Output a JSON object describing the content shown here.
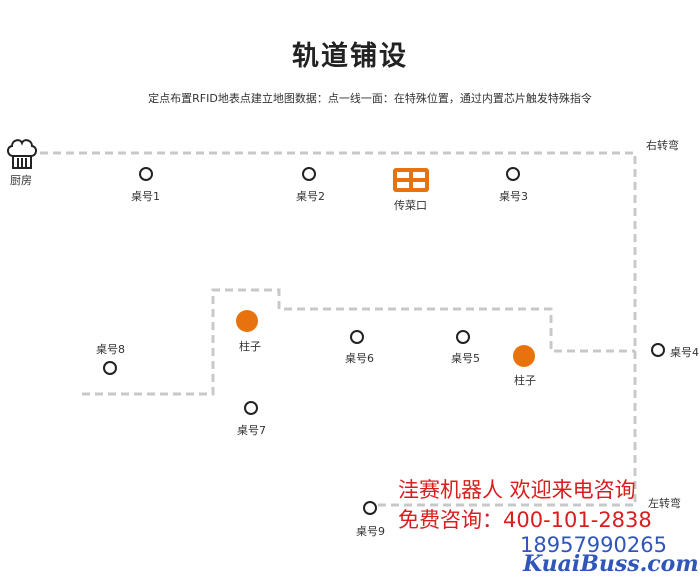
{
  "header": {
    "title": "轨道铺设",
    "subtitle": "定点布置RFID地表点建立地图数据：点一线一面：在特殊位置，通过内置芯片触发特殊指令"
  },
  "map": {
    "kitchen_label": "厨房",
    "serving_label": "传菜口",
    "turn_right_label": "右转弯",
    "turn_left_label": "左转弯",
    "pillar_label": "柱子",
    "tables": [
      "桌号1",
      "桌号2",
      "桌号3",
      "桌号4",
      "桌号5",
      "桌号6",
      "桌号7",
      "桌号8",
      "桌号9"
    ]
  },
  "watermark": {
    "line1": "洼赛机器人 欢迎来电咨询",
    "line2": "免费咨询：400-101-2838",
    "line3": "18957990265",
    "line4": "KuaiBuss.com"
  },
  "colors": {
    "track": "#c8c8c8",
    "pillar": "#e8720e",
    "station": "#e8720e",
    "promo_red": "#d81e1e",
    "promo_blue": "#2f56b8"
  }
}
